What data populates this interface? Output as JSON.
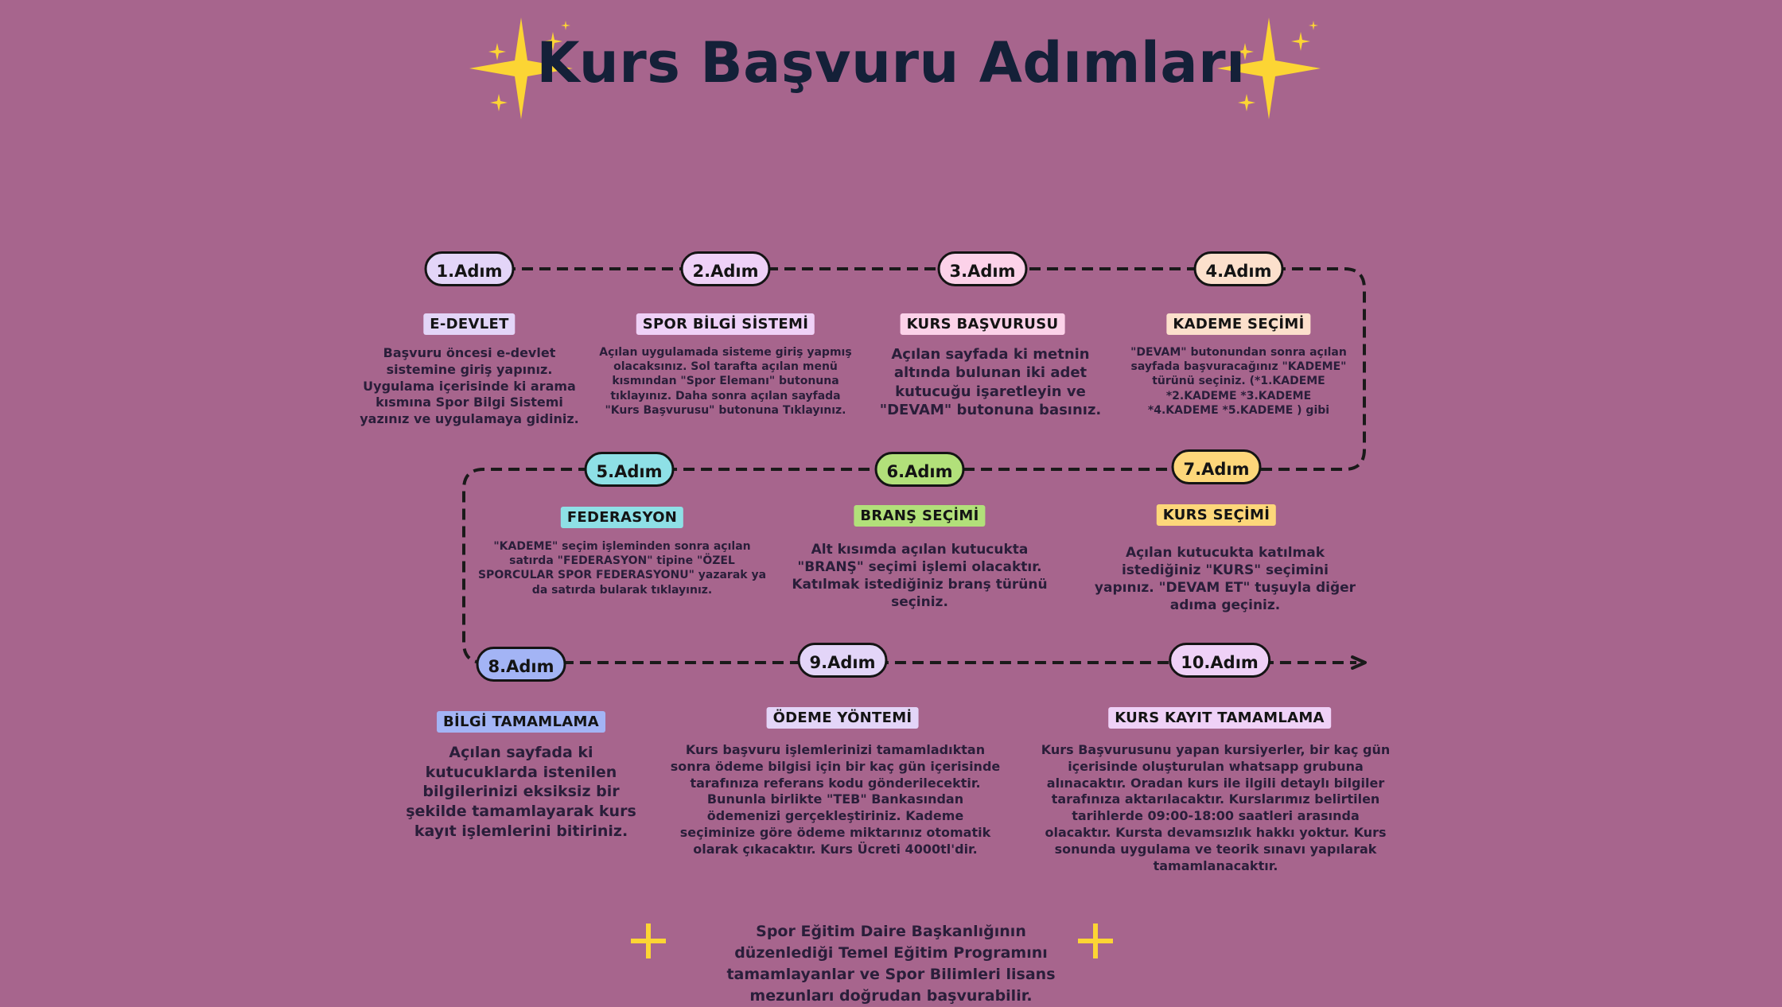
{
  "title": "Kurs Başvuru Adımları",
  "steps": [
    {
      "badge": "1.Adım",
      "label": "E-DEVLET",
      "desc": "Başvuru öncesi e-devlet sistemine giriş yapınız. Uygulama içerisinde ki arama kısmına Spor Bilgi Sistemi yazınız ve uygulamaya gidiniz.",
      "badge_color": "#e3d5f8",
      "label_color": "#e3d5f8"
    },
    {
      "badge": "2.Adım",
      "label": "SPOR BİLGİ SİSTEMİ",
      "desc": "Açılan uygulamada sisteme giriş yapmış olacaksınız. Sol tarafta açılan menü kısmından \"Spor Elemanı\" butonuna tıklayınız. Daha sonra açılan sayfada \"Kurs Başvurusu\" butonuna Tıklayınız.",
      "badge_color": "#efd1f7",
      "label_color": "#efd1f7"
    },
    {
      "badge": "3.Adım",
      "label": "KURS BAŞVURUSU",
      "desc": "Açılan sayfada ki metnin altında bulunan iki adet kutucuğu işaretleyin ve \"DEVAM\" butonuna basınız.",
      "badge_color": "#fcd2e9",
      "label_color": "#fcd2e9"
    },
    {
      "badge": "4.Adım",
      "label": "KADEME SEÇİMİ",
      "desc": "\"DEVAM\" butonundan sonra açılan sayfada başvuracağınız \"KADEME\" türünü seçiniz. (*1.KADEME *2.KADEME *3.KADEME *4.KADEME *5.KADEME ) gibi",
      "badge_color": "#fce0cc",
      "label_color": "#fce0cc"
    },
    {
      "badge": "5.Adım",
      "label": "FEDERASYON",
      "desc": "\"KADEME\" seçim işleminden sonra açılan satırda \"FEDERASYON\" tipine \"ÖZEL SPORCULAR SPOR FEDERASYONU\" yazarak ya da satırda bularak tıklayınız.",
      "badge_color": "#8ee0e6",
      "label_color": "#8ee0e6"
    },
    {
      "badge": "6.Adım",
      "label": "BRANŞ SEÇİMİ",
      "desc": "Alt kısımda açılan kutucukta \"BRANŞ\" seçimi işlemi olacaktır. Katılmak istediğiniz branş türünü seçiniz.",
      "badge_color": "#b2e07a",
      "label_color": "#b2e07a"
    },
    {
      "badge": "7.Adım",
      "label": "KURS SEÇİMİ",
      "desc": "Açılan kutucukta katılmak istediğiniz \"KURS\" seçimini yapınız. \"DEVAM ET\" tuşuyla diğer adıma geçiniz.",
      "badge_color": "#fdd77a",
      "label_color": "#fdd77a"
    },
    {
      "badge": "8.Adım",
      "label": "BİLGİ TAMAMLAMA",
      "desc": "Açılan sayfada ki kutucuklarda istenilen bilgilerinizi eksiksiz bir şekilde tamamlayarak kurs kayıt işlemlerini bitiriniz.",
      "badge_color": "#a3b4f5",
      "label_color": "#a3b4f5"
    },
    {
      "badge": "9.Adım",
      "label": "ÖDEME YÖNTEMİ",
      "desc": "Kurs başvuru işlemlerinizi tamamladıktan sonra ödeme bilgisi için bir kaç gün içerisinde tarafınıza referans kodu gönderilecektir. Bununla birlikte \"TEB\" Bankasından ödemenizi gerçekleştiriniz. Kademe seçiminize göre ödeme miktarınız otomatik olarak çıkacaktır. Kurs Ücreti 4000tl'dir.",
      "badge_color": "#e3d5f8",
      "label_color": "#e3d5f8"
    },
    {
      "badge": "10.Adım",
      "label": "KURS KAYIT TAMAMLAMA",
      "desc": "Kurs Başvurusunu yapan kursiyerler, bir kaç gün içerisinde oluşturulan whatsapp grubuna alınacaktır. Oradan kurs ile ilgili detaylı bilgiler tarafınıza aktarılacaktır. Kurslarımız belirtilen tarihlerde 09:00-18:00 saatleri arasında olacaktır. Kursta devamsızlık hakkı yoktur. Kurs sonunda uygulama ve teorik sınavı yapılarak tamamlanacaktır.",
      "badge_color": "#efd1f7",
      "label_color": "#efd1f7"
    }
  ],
  "footer": "Spor Eğitim Daire Başkanlığının düzenlediği Temel Eğitim Programını tamamlayanlar ve Spor Bilimleri lisans mezunları doğrudan başvurabilir.",
  "colors": {
    "background": "#a7658d",
    "title": "#142038",
    "star": "#fcd534",
    "line": "#1a1a1a"
  }
}
